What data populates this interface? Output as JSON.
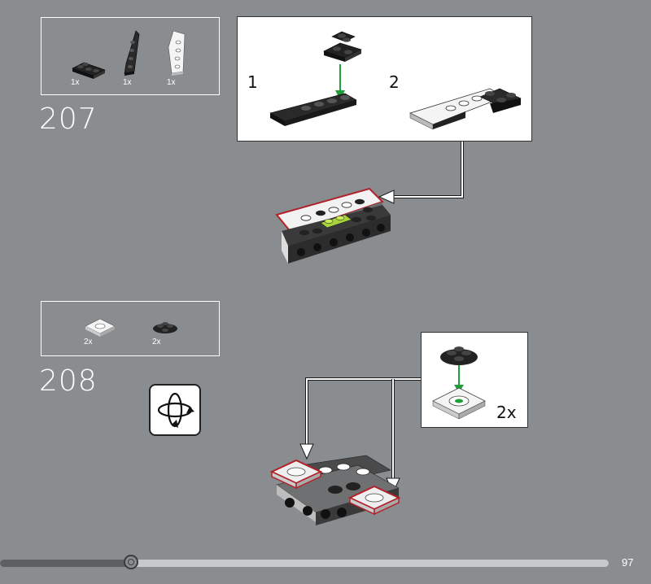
{
  "steps": [
    {
      "number": "207",
      "parts": [
        {
          "name": "black-l-plate",
          "qty": "1x"
        },
        {
          "name": "black-wedge-plate",
          "qty": "1x"
        },
        {
          "name": "white-wedge-plate",
          "qty": "1x"
        }
      ],
      "substeps": [
        "1",
        "2"
      ]
    },
    {
      "number": "208",
      "parts": [
        {
          "name": "white-turntable-base",
          "qty": "2x"
        },
        {
          "name": "black-turntable-top",
          "qty": "2x"
        }
      ],
      "callout_qty": "2x"
    }
  ],
  "progress": {
    "fraction": 0.215
  },
  "page_number": "97",
  "colors": {
    "background": "#8a8d90",
    "highlight": "#b0212a",
    "arrow_green": "#1f9e3a",
    "lime": "#a8d43a"
  },
  "icons": [
    "rotate-model-icon",
    "green-arrow-icon",
    "callout-arrow-icon"
  ]
}
